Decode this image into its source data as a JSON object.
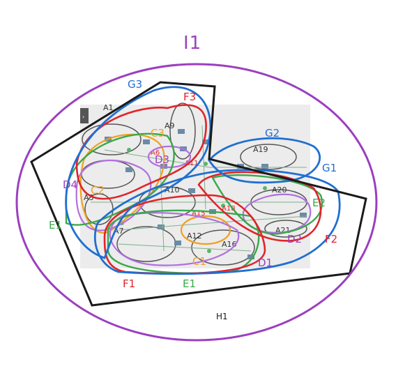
{
  "diagram": {
    "outer_label": "I1",
    "bottom_label": "H1",
    "cluster_labels": {
      "G1": "G1",
      "G2": "G2",
      "G3": "G3",
      "F1": "F1",
      "F2": "F2",
      "F3": "F3",
      "E1": "E1",
      "E2": "E2",
      "E3": "E1",
      "D1": "D1",
      "D2": "D2",
      "D3": "D3",
      "D4": "D4",
      "C1": "C1",
      "C2": "C2",
      "C3": "C3"
    },
    "node_labels": {
      "A1": "A1",
      "A3": "A3",
      "A6": "A6",
      "A7": "A7",
      "A9": "A9",
      "A10": "A10",
      "A11": "A11",
      "A12": "A12",
      "A15": "A15",
      "A16": "A16",
      "A18": "A18",
      "A19": "A19",
      "A20": "A20",
      "A21": "A21"
    },
    "colors": {
      "purple": "#9b3fbf",
      "blue": "#1f6fd1",
      "red": "#e0242a",
      "green": "#3aa84a",
      "orange": "#f0a020",
      "black": "#1a1a1a",
      "lavender": "#b070e0"
    }
  }
}
